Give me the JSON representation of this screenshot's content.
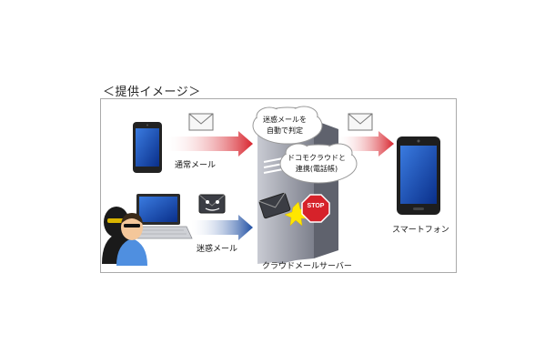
{
  "caption": "＜提供イメージ＞",
  "labels": {
    "normal_mail": "通常メール",
    "spam_mail": "迷惑メール",
    "smartphone": "スマートフォン",
    "server": "クラウドメールサーバー",
    "stop": "STOP"
  },
  "bubbles": {
    "auto_judge_1": "迷惑メールを",
    "auto_judge_2": "自動で判定",
    "docomo_1": "ドコモクラウドと",
    "docomo_2": "連携(電話帳)"
  },
  "colors": {
    "red_arrow": "#d8252e",
    "blue_arrow": "#1f4fa3",
    "server": "#8c8f9a",
    "stop": "#d6222a"
  }
}
